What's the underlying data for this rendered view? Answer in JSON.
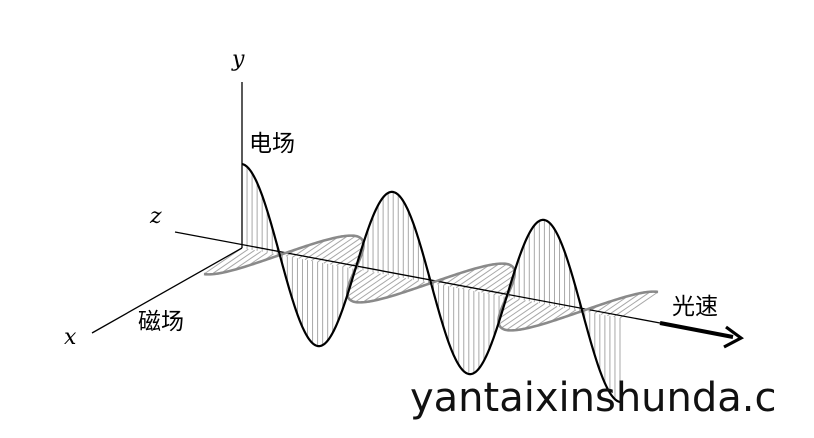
{
  "labels": {
    "y_axis": "y",
    "z_axis": "z",
    "x_axis": "x",
    "electric_field": "电场",
    "magnetic_field": "磁场",
    "speed_of_light": "光速"
  },
  "watermark": "yantaixinshunda.c",
  "colors": {
    "electric_wave": "#000000",
    "magnetic_wave": "#8a8a8a",
    "axis": "#000000",
    "hatch": "#a8a8a8",
    "watermark": "#111111"
  },
  "icons": {
    "direction_arrow": "arrow-right-icon"
  }
}
